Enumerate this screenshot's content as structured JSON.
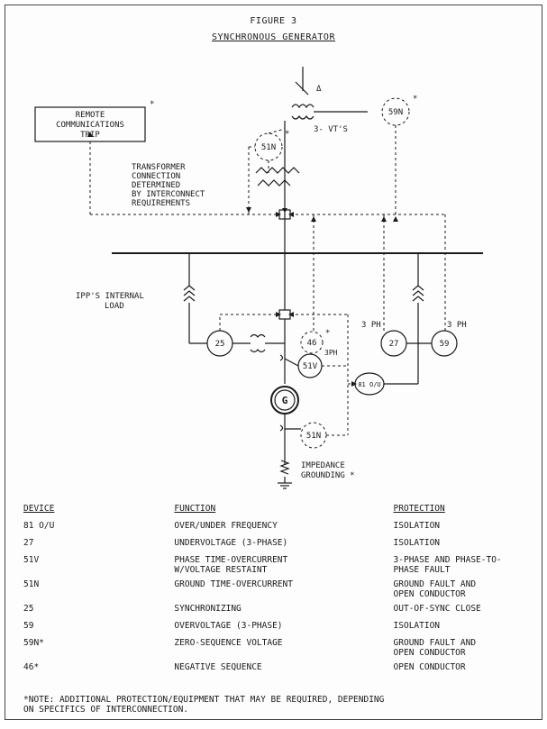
{
  "figure": {
    "title": "FIGURE 3",
    "subtitle": "SYNCHRONOUS GENERATOR"
  },
  "diagram": {
    "remote_comm": [
      "REMOTE",
      "COMMUNICATIONS",
      "TRIP"
    ],
    "remote_star": "*",
    "vts_label": "3- VT'S",
    "delta_symbol": "Δ",
    "transformer_note": [
      "TRANSFORMER",
      "CONNECTION",
      "DETERMINED",
      "BY INTERCONNECT",
      "REQUIREMENTS"
    ],
    "ipp_load": [
      "IPP'S INTERNAL",
      "LOAD"
    ],
    "label_3ph_left": "3 PH",
    "label_3ph_right": "3 PH",
    "label_3ph_small": "3PH",
    "impedance": [
      "IMPEDANCE",
      "GROUNDING *"
    ],
    "relays": {
      "r59n": "59N",
      "r51n_top": "51N",
      "r25": "25",
      "r46": "46",
      "r51v": "51V",
      "r27": "27",
      "r59": "59",
      "r81": "81 O/U",
      "r51n_bottom": "51N",
      "gen": "G"
    },
    "stars": {
      "s59n": "*",
      "s51n_top": "*",
      "s46": "*"
    }
  },
  "table": {
    "headers": {
      "device": "DEVICE",
      "function": "FUNCTION",
      "protection": "PROTECTION"
    },
    "rows": [
      {
        "device": "81 O/U",
        "function": "OVER/UNDER FREQUENCY",
        "protection": "ISOLATION"
      },
      {
        "device": "27",
        "function": "UNDERVOLTAGE (3-PHASE)",
        "protection": "ISOLATION"
      },
      {
        "device": "51V",
        "function": "PHASE TIME-OVERCURRENT\nW/VOLTAGE RESTAINT",
        "protection": "3-PHASE AND PHASE-TO-\nPHASE FAULT"
      },
      {
        "device": "51N",
        "function": "GROUND TIME-OVERCURRENT",
        "protection": "GROUND FAULT AND\nOPEN CONDUCTOR"
      },
      {
        "device": "25",
        "function": "SYNCHRONIZING",
        "protection": "OUT-OF-SYNC CLOSE"
      },
      {
        "device": "59",
        "function": "OVERVOLTAGE (3-PHASE)",
        "protection": "ISOLATION"
      },
      {
        "device": "59N*",
        "function": "ZERO-SEQUENCE VOLTAGE",
        "protection": "GROUND FAULT AND\nOPEN CONDUCTOR"
      },
      {
        "device": "46*",
        "function": "NEGATIVE SEQUENCE",
        "protection": "OPEN CONDUCTOR"
      }
    ]
  },
  "note": "*NOTE: ADDITIONAL PROTECTION/EQUIPMENT THAT MAY BE REQUIRED, DEPENDING\n        ON SPECIFICS OF INTERCONNECTION."
}
